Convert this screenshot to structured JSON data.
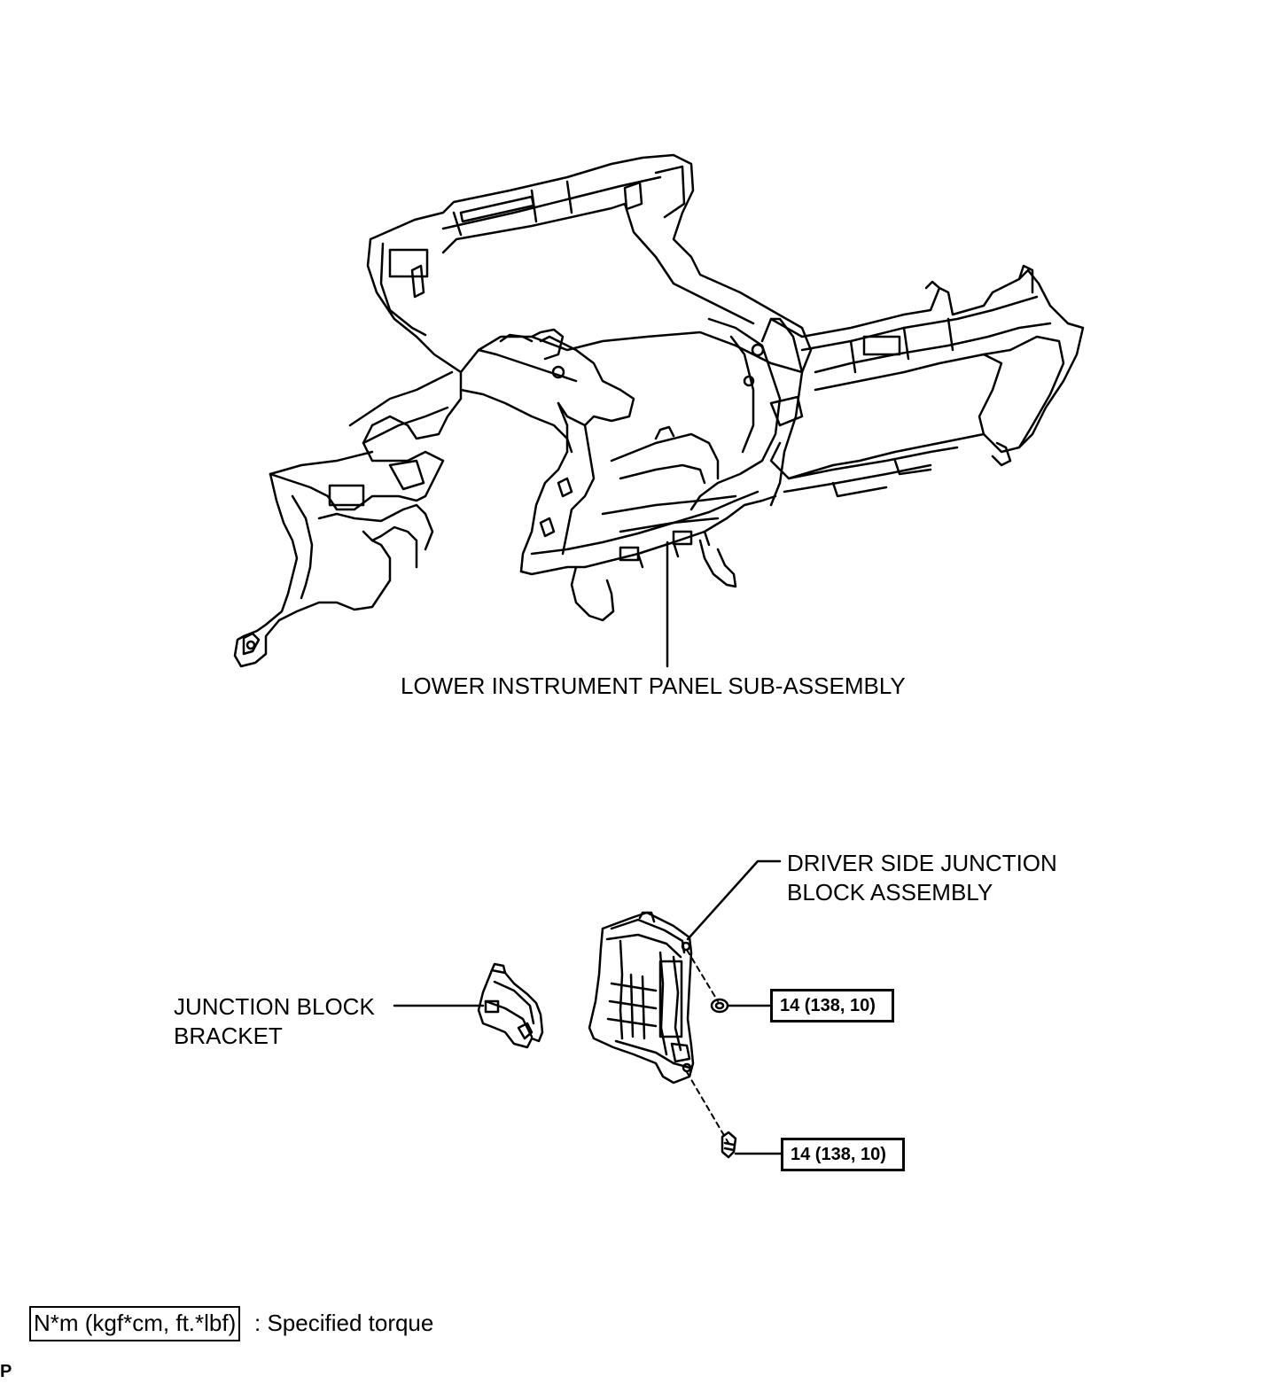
{
  "labels": {
    "lower_panel": "LOWER INSTRUMENT PANEL SUB-ASSEMBLY",
    "driver_jb_line1": "DRIVER SIDE JUNCTION",
    "driver_jb_line2": "BLOCK ASSEMBLY",
    "bracket_line1": "JUNCTION BLOCK",
    "bracket_line2": "BRACKET"
  },
  "torque_specs": [
    {
      "value": "14 (138, 10)",
      "fastener": "nut"
    },
    {
      "value": "14 (138, 10)",
      "fastener": "bolt"
    }
  ],
  "legend": {
    "unit_box": "N*m (kgf*cm, ft.*lbf)",
    "description": ": Specified torque"
  },
  "corner_mark": "P",
  "colors": {
    "line": "#000000",
    "background": "#ffffff"
  }
}
